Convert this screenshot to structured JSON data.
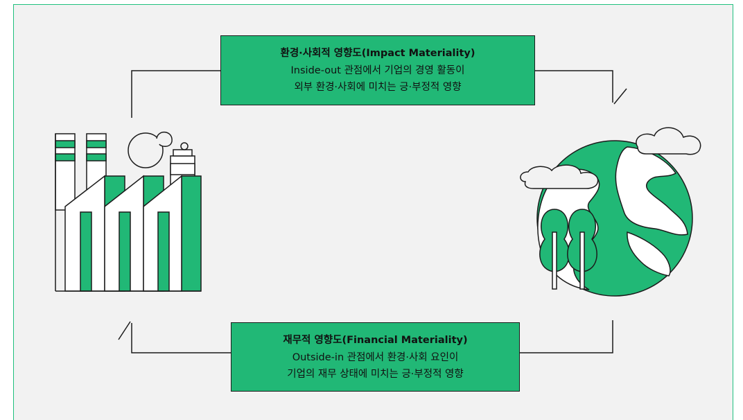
{
  "impact": {
    "title": "환경·사회적 영향도(Impact Materiality)",
    "line1": "Inside-out 관점에서 기업의 경영 활동이",
    "line2": "외부 환경·사회에 미치는 긍·부정적 영향"
  },
  "financial": {
    "title": "재무적 영향도(Financial Materiality)",
    "line1": "Outside-in 관점에서 환경·사회 요인이",
    "line2": "기업의 재무 상태에 미치는 긍·부정적 영향"
  },
  "colors": {
    "accent": "#21b876",
    "panel_background": "#f2f2f2",
    "panel_border": "#1fc07e",
    "stroke": "#1b1b1b"
  },
  "icons": [
    "factory-icon",
    "earth-icon",
    "cloud-icon",
    "tree-icon"
  ]
}
